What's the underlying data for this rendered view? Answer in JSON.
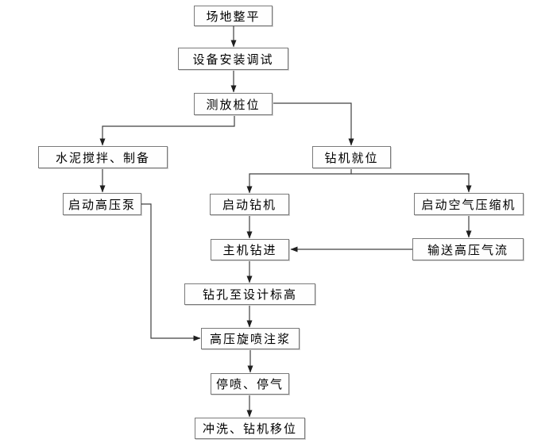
{
  "diagram": {
    "type": "flowchart",
    "background_color": "#ffffff",
    "box_fill_color": "#fefefe",
    "box_border_color": "#7a7a7a",
    "connector_color": "#404040",
    "text_color": "#000000",
    "nodes": [
      {
        "id": "site-leveling",
        "label": "场地整平"
      },
      {
        "id": "equipment-install-debug",
        "label": "设备安装调试"
      },
      {
        "id": "survey-pile-positions",
        "label": "测放桩位"
      },
      {
        "id": "cement-mixing-preparation",
        "label": "水泥搅拌、制备"
      },
      {
        "id": "drill-rig-in-position",
        "label": "钻机就位"
      },
      {
        "id": "start-high-pressure-pump",
        "label": "启动高压泵"
      },
      {
        "id": "start-drill-rig",
        "label": "启动钻机"
      },
      {
        "id": "start-air-compressor",
        "label": "启动空气压缩机"
      },
      {
        "id": "main-machine-drilling",
        "label": "主机钻进"
      },
      {
        "id": "deliver-high-pressure-airflow",
        "label": "输送高压气流"
      },
      {
        "id": "drill-to-design-elevation",
        "label": "钻孔至设计标高"
      },
      {
        "id": "high-pressure-jet-grouting",
        "label": "高压旋喷注浆"
      },
      {
        "id": "stop-jet-stop-air",
        "label": "停喷、停气"
      },
      {
        "id": "flush-move-drill-rig",
        "label": "冲洗、钻机移位"
      }
    ],
    "edges": [
      {
        "from": "site-leveling",
        "to": "equipment-install-debug"
      },
      {
        "from": "equipment-install-debug",
        "to": "survey-pile-positions"
      },
      {
        "from": "survey-pile-positions",
        "to": "cement-mixing-preparation"
      },
      {
        "from": "survey-pile-positions",
        "to": "drill-rig-in-position"
      },
      {
        "from": "cement-mixing-preparation",
        "to": "start-high-pressure-pump"
      },
      {
        "from": "drill-rig-in-position",
        "to": "start-drill-rig"
      },
      {
        "from": "drill-rig-in-position",
        "to": "start-air-compressor"
      },
      {
        "from": "start-drill-rig",
        "to": "main-machine-drilling"
      },
      {
        "from": "start-air-compressor",
        "to": "deliver-high-pressure-airflow"
      },
      {
        "from": "deliver-high-pressure-airflow",
        "to": "main-machine-drilling"
      },
      {
        "from": "main-machine-drilling",
        "to": "drill-to-design-elevation"
      },
      {
        "from": "drill-to-design-elevation",
        "to": "high-pressure-jet-grouting"
      },
      {
        "from": "start-high-pressure-pump",
        "to": "high-pressure-jet-grouting"
      },
      {
        "from": "high-pressure-jet-grouting",
        "to": "stop-jet-stop-air"
      },
      {
        "from": "stop-jet-stop-air",
        "to": "flush-move-drill-rig"
      }
    ]
  }
}
